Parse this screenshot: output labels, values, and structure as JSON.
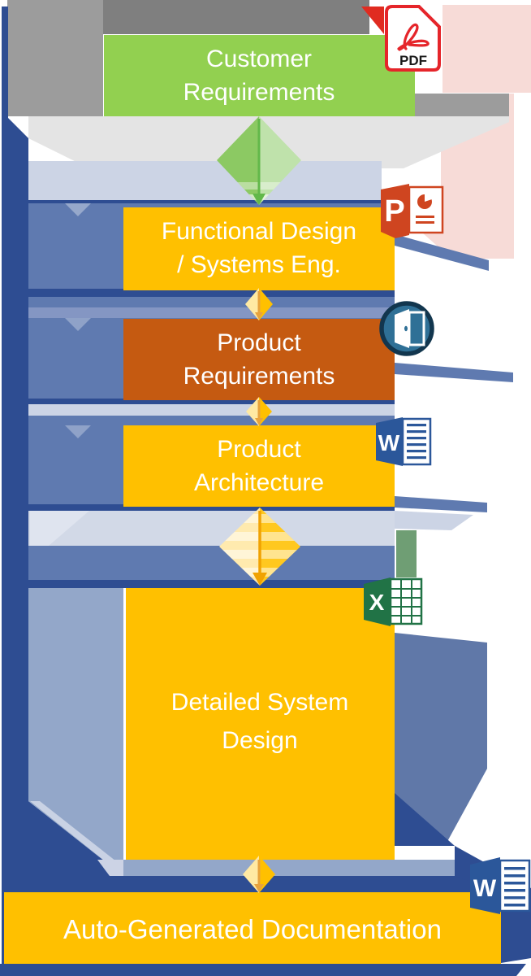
{
  "boxes": {
    "customer_requirements": {
      "line1": "Customer",
      "line2": "Requirements"
    },
    "functional_design": {
      "line1": "Functional Design",
      "line2": "/ Systems Eng."
    },
    "product_requirements": {
      "line1": "Product",
      "line2": "Requirements"
    },
    "product_architecture": {
      "line1": "Product",
      "line2": "Architecture"
    },
    "detailed_system_design": {
      "line1": "Detailed System",
      "line2": "Design"
    },
    "auto_generated_documentation": {
      "label": "Auto-Generated Documentation"
    }
  },
  "icons": {
    "pdf": {
      "label": "PDF"
    },
    "powerpoint": {
      "letter": "P"
    },
    "word": {
      "letter": "W"
    },
    "excel": {
      "letter": "X"
    },
    "word_bottom": {
      "letter": "W"
    },
    "door": {
      "name": "open-door-badge"
    }
  },
  "colors": {
    "green": "#92d050",
    "yellow": "#ffc000",
    "orange": "#c55a11",
    "navy": "#2e4d92",
    "steel_blue": "#5f7ab0",
    "light_steel": "#93a7c9",
    "pale_blue": "#ccd4e5",
    "gray": "#9c9c9c",
    "dark_gray": "#7f7f7f",
    "light_gray": "#e4e4e4",
    "pdf_red": "#e5252a",
    "ppt_red": "#cf4520",
    "word_blue": "#2b579a",
    "excel_green": "#217346",
    "door_teal": "#2f7096",
    "shadow_pink": "#f7dbd7",
    "white": "#ffffff"
  }
}
